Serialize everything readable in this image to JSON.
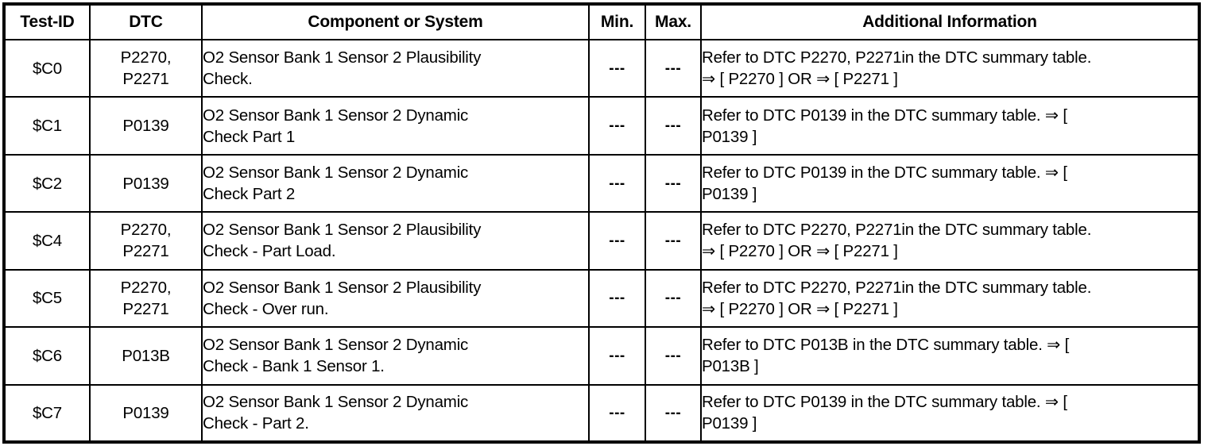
{
  "table": {
    "columns": [
      {
        "key": "test_id",
        "label": "Test-ID"
      },
      {
        "key": "dtc",
        "label": "DTC"
      },
      {
        "key": "component",
        "label": "Component or System"
      },
      {
        "key": "min",
        "label": "Min."
      },
      {
        "key": "max",
        "label": "Max."
      },
      {
        "key": "additional",
        "label": "Additional Information"
      }
    ],
    "rows": [
      {
        "test_id": "$C0",
        "dtc_lines": [
          "P2270,",
          "P2271"
        ],
        "component_lines": [
          "O2 Sensor Bank 1 Sensor 2 Plausibility",
          "Check."
        ],
        "min": "---",
        "max": "---",
        "additional_lines": [
          "Refer to DTC P2270, P2271in the DTC summary table.",
          "⇒ [ P2270 ] OR ⇒ [ P2271 ]"
        ]
      },
      {
        "test_id": "$C1",
        "dtc_lines": [
          "P0139"
        ],
        "component_lines": [
          "O2 Sensor Bank 1 Sensor 2 Dynamic",
          "Check Part 1"
        ],
        "min": "---",
        "max": "---",
        "additional_lines": [
          "Refer to DTC P0139 in the DTC summary table. ⇒ [",
          "P0139 ]"
        ]
      },
      {
        "test_id": "$C2",
        "dtc_lines": [
          "P0139"
        ],
        "component_lines": [
          "O2 Sensor Bank 1 Sensor 2 Dynamic",
          "Check Part 2"
        ],
        "min": "---",
        "max": "---",
        "additional_lines": [
          "Refer to DTC P0139 in the DTC summary table. ⇒ [",
          "P0139 ]"
        ]
      },
      {
        "test_id": "$C4",
        "dtc_lines": [
          "P2270,",
          "P2271"
        ],
        "component_lines": [
          "O2 Sensor Bank 1 Sensor 2 Plausibility",
          "Check - Part Load."
        ],
        "min": "---",
        "max": "---",
        "additional_lines": [
          "Refer to DTC P2270, P2271in the DTC summary table.",
          "⇒ [ P2270 ] OR ⇒ [ P2271 ]"
        ]
      },
      {
        "test_id": "$C5",
        "dtc_lines": [
          "P2270,",
          "P2271"
        ],
        "component_lines": [
          "O2 Sensor Bank 1 Sensor 2 Plausibility",
          "Check - Over run."
        ],
        "min": "---",
        "max": "---",
        "additional_lines": [
          "Refer to DTC P2270, P2271in the DTC summary table.",
          "⇒ [ P2270 ] OR ⇒ [ P2271 ]"
        ]
      },
      {
        "test_id": "$C6",
        "dtc_lines": [
          "P013B"
        ],
        "component_lines": [
          "O2 Sensor Bank 1 Sensor 2 Dynamic",
          "Check - Bank 1 Sensor 1."
        ],
        "min": "---",
        "max": "---",
        "additional_lines": [
          "Refer to DTC P013B in the DTC summary table. ⇒ [",
          "P013B ]"
        ]
      },
      {
        "test_id": "$C7",
        "dtc_lines": [
          "P0139"
        ],
        "component_lines": [
          "O2 Sensor Bank 1 Sensor 2 Dynamic",
          "Check - Part 2."
        ],
        "min": "---",
        "max": "---",
        "additional_lines": [
          "Refer to DTC P0139 in the DTC summary table. ⇒ [",
          "P0139 ]"
        ]
      }
    ]
  },
  "colors": {
    "border": "#000000",
    "text": "#000000",
    "background": "#ffffff"
  }
}
